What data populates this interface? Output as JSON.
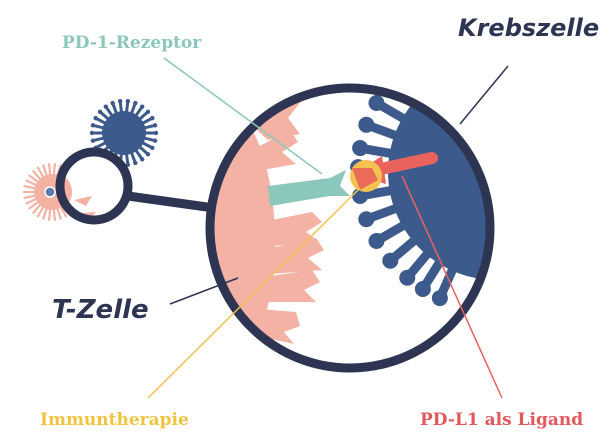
{
  "labels": {
    "pd1_receptor": "PD-1-Rezeptor",
    "cancer_cell": "Krebszelle",
    "t_cell": "T-Zelle",
    "immunotherapy": "Immuntherapie",
    "pdl1_ligand": "PD-L1 als Ligand"
  },
  "colors": {
    "navy": "#2e3553",
    "cancer_blue": "#3d5a8c",
    "t_cell_pink": "#f3b2a4",
    "receptor_teal": "#8cc7bb",
    "ligand_red": "#e9625c",
    "drug_yellow": "#f2c14e",
    "teal_text": "#8cc7bb",
    "yellow_text": "#f0c43f",
    "red_text": "#e2585c"
  }
}
